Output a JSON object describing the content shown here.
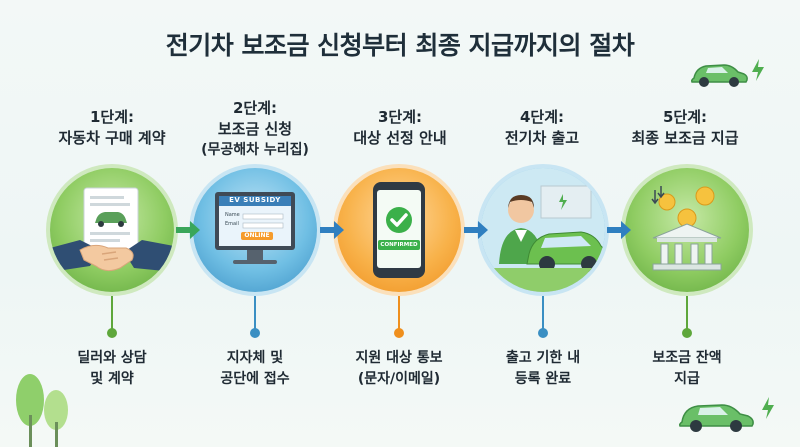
{
  "title": "전기차 보조금 신청부터 최종 지급까지의 절차",
  "steps": [
    {
      "head": "1단계:",
      "name": "자동차 구매 계약",
      "sub": "",
      "desc1": "딜러와 상담",
      "desc2": "및 계약"
    },
    {
      "head": "2단계:",
      "name": "보조금 신청",
      "sub": "(무공해차 누리집)",
      "desc1": "지자체 및",
      "desc2": "공단에 접수"
    },
    {
      "head": "3단계:",
      "name": "대상 선정 안내",
      "sub": "",
      "desc1": "지원 대상 통보",
      "desc2": "(문자/이메일)"
    },
    {
      "head": "4단계:",
      "name": "전기차 출고",
      "sub": "",
      "desc1": "출고 기한 내",
      "desc2": "등록 완료"
    },
    {
      "head": "5단계:",
      "name": "최종 보조금 지급",
      "sub": "",
      "desc1": "보조금 잔액",
      "desc2": "지급"
    }
  ],
  "screen": {
    "header": "EV SUBSIDY",
    "field1": "Name",
    "field2": "Email",
    "button": "ONLINE"
  },
  "phone_badge": "CONFIRMED",
  "colors": {
    "green": "#5ea73b",
    "blue": "#3a8fc3",
    "orange": "#ef8f1d",
    "arrow_green": "#3aa65a",
    "arrow_blue": "#2f7fc0"
  },
  "icons": {
    "step1": "handshake-contract-icon",
    "step2": "computer-application-icon",
    "step3": "phone-confirmed-icon",
    "step4": "driver-with-car-icon",
    "step5": "bank-coins-icon",
    "decor": [
      "ev-car-icon",
      "lightning-icon",
      "tree-icon"
    ]
  }
}
